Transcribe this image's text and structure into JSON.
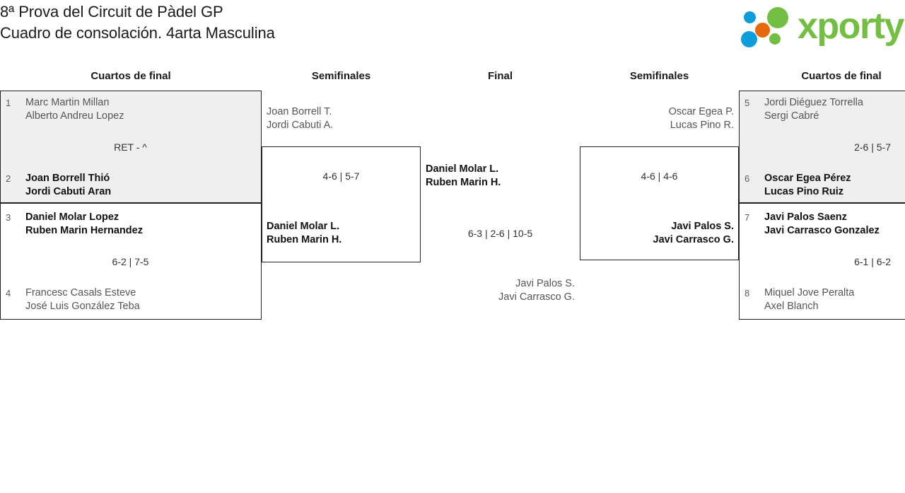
{
  "header": {
    "title_line1": "8ª Prova del Circuit de Pàdel GP",
    "title_line2": "Cuadro de consolación. 4arta Masculina",
    "logo_word": "xporty",
    "logo_colors": {
      "green": "#72bf44",
      "orange": "#e8690b",
      "blue": "#0d9ddb"
    }
  },
  "columns": [
    {
      "label": "Cuartos de final"
    },
    {
      "label": "Semifinales"
    },
    {
      "label": "Final"
    },
    {
      "label": "Semifinales"
    },
    {
      "label": "Cuartos de final"
    }
  ],
  "bracket": {
    "left_quarterfinals": [
      {
        "shaded": true,
        "top": {
          "seed": "1",
          "players": [
            "Marc Martin Millan",
            "Alberto Andreu Lopez"
          ],
          "winner": false
        },
        "bottom": {
          "seed": "2",
          "players": [
            "Joan Borrell Thió",
            "Jordi Cabuti Aran"
          ],
          "winner": true
        },
        "score": "RET - ^"
      },
      {
        "shaded": false,
        "top": {
          "seed": "3",
          "players": [
            "Daniel Molar Lopez",
            "Ruben Marin Hernandez"
          ],
          "winner": true
        },
        "bottom": {
          "seed": "4",
          "players": [
            "Francesc Casals Esteve",
            "José Luis González Teba"
          ],
          "winner": false
        },
        "score": "6-2 | 7-5"
      }
    ],
    "left_semifinal": {
      "top": {
        "players": [
          "Joan Borrell T.",
          "Jordi Cabuti A."
        ],
        "winner": false
      },
      "bottom": {
        "players": [
          "Daniel Molar L.",
          "Ruben Marin H."
        ],
        "winner": true
      },
      "score": "4-6 | 5-7"
    },
    "final": {
      "top": {
        "players": [
          "Daniel Molar L.",
          "Ruben Marin H."
        ],
        "winner": true
      },
      "bottom": {
        "players": [
          "Javi Palos S.",
          "Javi Carrasco G."
        ],
        "winner": false
      },
      "score": "6-3 | 2-6 | 10-5"
    },
    "right_semifinal": {
      "top": {
        "players": [
          "Oscar Egea P.",
          "Lucas Pino R."
        ],
        "winner": false
      },
      "bottom": {
        "players": [
          "Javi Palos S.",
          "Javi Carrasco G."
        ],
        "winner": true
      },
      "score": "4-6 | 4-6"
    },
    "right_quarterfinals": [
      {
        "shaded": true,
        "top": {
          "seed": "5",
          "players": [
            "Jordi Diéguez Torrella",
            "Sergi Cabré"
          ],
          "winner": false
        },
        "bottom": {
          "seed": "6",
          "players": [
            "Oscar Egea Pérez",
            "Lucas Pino Ruiz"
          ],
          "winner": true
        },
        "score": "2-6 | 5-7"
      },
      {
        "shaded": false,
        "top": {
          "seed": "7",
          "players": [
            "Javi Palos Saenz",
            "Javi Carrasco Gonzalez"
          ],
          "winner": true
        },
        "bottom": {
          "seed": "8",
          "players": [
            "Miquel Jove Peralta",
            "Axel Blanch"
          ],
          "winner": false
        },
        "score": "6-1 | 6-2"
      }
    ]
  }
}
